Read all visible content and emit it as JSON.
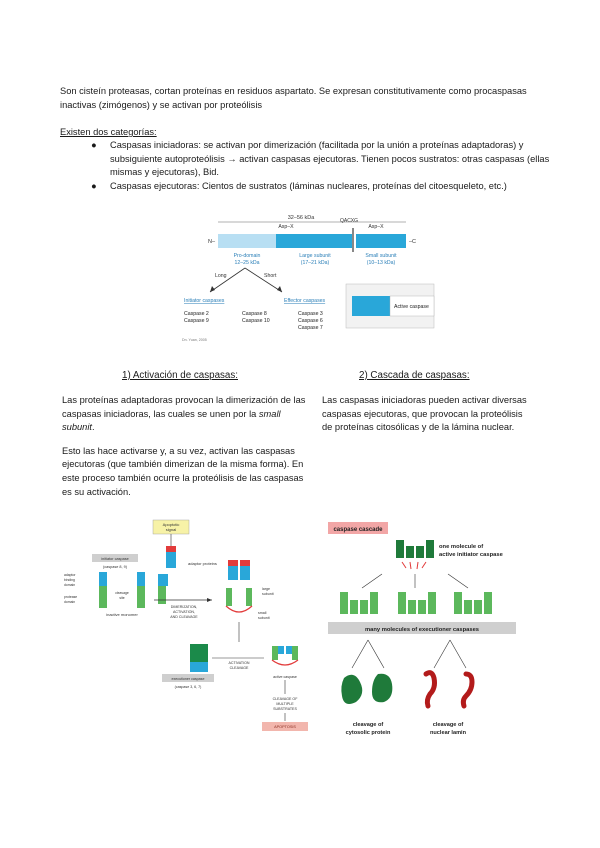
{
  "intro": "Son cisteín proteasas, cortan proteínas en residuos aspartato. Se expresan constitutivamente como procaspasas inactivas (zimógenos) y se activan por proteólisis",
  "categories": {
    "heading": "Existen dos categorías:",
    "bullet": "●",
    "items": [
      "Caspasas iniciadoras: se activan por dimerización (facilitada por la unión a proteínas adaptadoras) y subsiguiente autoproteólisis → activan caspasas ejecutoras. Tienen pocos sustratos: otras caspasas (ellas mismas y ejecutoras), Bid.",
      "Caspasas ejecutoras: Cientos de sustratos (láminas nucleares, proteínas del citoesqueleto, etc.)"
    ]
  },
  "figure1": {
    "size_label": "32–56 kDa",
    "n_term": "N–",
    "c_term": "–C",
    "qacxg": "QACXG",
    "asp_x_1": "Asp–X",
    "asp_x_2": "Asp–X",
    "prodomain": [
      "Pro-domain",
      "12–25 kDa"
    ],
    "large_subunit": [
      "Large subunit",
      "(17–21 kDa)"
    ],
    "small_subunit": [
      "Small subunit",
      "(10–13 kDa)"
    ],
    "long": "Long",
    "short": "Short",
    "initiator_label": "Initiator caspases",
    "initiator_list": [
      "Caspase 2",
      "Caspase 9",
      "Caspase 8",
      "Caspase 10"
    ],
    "effector_label": "Effector caspases",
    "effector_list": [
      "Caspase 3",
      "Caspase 6",
      "Caspase 7"
    ],
    "active_label": "Active caspase",
    "credit": "Dn. Yuan, 2005"
  },
  "section1": {
    "title": "1) Activación de caspasas:",
    "p1_before": "Las proteínas adaptadoras provocan la dimerización de las caspasas iniciadoras, las cuales se unen por la ",
    "p1_italic": "small subunit",
    "p1_after": ".",
    "p2": "Esto las hace activarse y, a su vez, activan las caspasas ejecutoras (que también dimerizan de la misma forma). En este proceso también ocurre la proteólisis de las caspasas es su activación."
  },
  "section2": {
    "title": "2) Cascada de caspasas:",
    "p1": "Las caspasas iniciadoras pueden activar diversas caspasas ejecutoras, que provocan la proteólisis de proteínas citosólicas y de la lámina nuclear."
  },
  "figure2": {
    "apoptotic_signal": [
      "Apoptotic",
      "signal"
    ],
    "initiator_caspase": [
      "initiator caspase",
      "(caspase 8, 9)"
    ],
    "adaptor_domain": [
      "adaptor",
      "binding",
      "domain"
    ],
    "protease_domain": [
      "protease",
      "domain"
    ],
    "cleavage_site": [
      "cleavage",
      "site"
    ],
    "inactive_monomer": "inactive monomer",
    "adaptor_proteins": "adaptor proteins",
    "dimerization": [
      "DIMERIZATION,",
      "ACTIVATION,",
      "AND CLEAVAGE"
    ],
    "large_subunit": [
      "large",
      "subunit"
    ],
    "small_subunit": [
      "small",
      "subunit"
    ],
    "executioner": [
      "executioner caspase",
      "(caspase 3, 6, 7)"
    ],
    "activation_cleavage": [
      "ACTIVATION",
      "CLEAVAGE"
    ],
    "active_caspase": "active caspase",
    "cleavage_multiple": [
      "CLEAVAGE OF",
      "MULTIPLE",
      "SUBSTRATES"
    ],
    "apoptosis": "APOPTOSIS"
  },
  "figure3": {
    "title": "caspase cascade",
    "one_molecule": [
      "one molecule of",
      "active initiator caspase"
    ],
    "many_molecules": "many molecules of executioner caspases",
    "cytosolic": [
      "cleavage of",
      "cytosolic protein"
    ],
    "nuclear": [
      "cleavage of",
      "nuclear lamin"
    ]
  },
  "colors": {
    "caspase_blue": "#29a7d9",
    "prodomain_light": "#b8dff3",
    "initiator_green": "#5cb85c",
    "cascade_green": "#1f7a3a",
    "apoptosis_red": "#f2b6ad",
    "lamin_red": "#b31b1b"
  }
}
